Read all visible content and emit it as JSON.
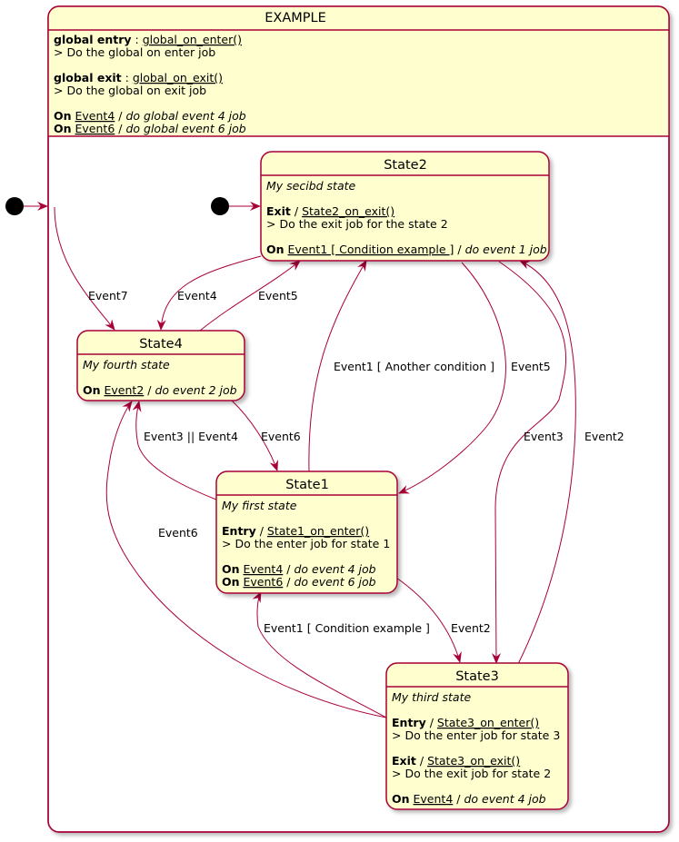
{
  "colors": {
    "box_fill": "#FEFECE",
    "border": "#A80036",
    "arrow": "#A80036",
    "initial": "#000000"
  },
  "composite": {
    "title": "EXAMPLE",
    "entry_keyword": "global entry",
    "entry_sep": ":",
    "entry_action": "global_on_enter()",
    "entry_desc": "> Do the global on enter job",
    "exit_keyword": "global exit",
    "exit_sep": ":",
    "exit_action": "global_on_exit()",
    "exit_desc": "> Do the global on exit job",
    "on4_keyword": "On",
    "on4_event": "Event4",
    "on4_sep": "/",
    "on4_job": "do global event 4 job",
    "on6_keyword": "On",
    "on6_event": "Event6",
    "on6_sep": "/",
    "on6_job": "do global event 6 job"
  },
  "states": {
    "state2": {
      "title": "State2",
      "desc": "My secibd state",
      "exit_keyword": "Exit",
      "exit_sep": "/",
      "exit_action": "State2_on_exit()",
      "exit_desc": "> Do the exit job for the state 2",
      "on_keyword": "On",
      "on_event": "Event1 [ Condition example ]",
      "on_sep": "/",
      "on_job": "do event 1 job"
    },
    "state4": {
      "title": "State4",
      "desc": "My fourth state",
      "on_keyword": "On",
      "on_event": "Event2",
      "on_sep": "/",
      "on_job": "do event 2 job"
    },
    "state1": {
      "title": "State1",
      "desc": "My first state",
      "entry_keyword": "Entry",
      "entry_sep": "/",
      "entry_action": "State1_on_enter()",
      "entry_desc": "> Do the enter job for state 1",
      "on4_keyword": "On",
      "on4_event": "Event4",
      "on4_sep": "/",
      "on4_job": "do event 4 job",
      "on6_keyword": "On",
      "on6_event": "Event6",
      "on6_sep": "/",
      "on6_job": "do event 6 job"
    },
    "state3": {
      "title": "State3",
      "desc": "My third state",
      "entry_keyword": "Entry",
      "entry_sep": "/",
      "entry_action": "State3_on_enter()",
      "entry_desc": "> Do the enter job for state 3",
      "exit_keyword": "Exit",
      "exit_sep": "/",
      "exit_action": "State3_on_exit()",
      "exit_desc": "> Do the exit job for state 2",
      "on_keyword": "On",
      "on_event": "Event4",
      "on_sep": "/",
      "on_job": "do event 4 job"
    }
  },
  "transitions": {
    "init_to_state4": "Event7",
    "state2_to_state4": "Event4",
    "state4_to_state2": "Event5",
    "state1_to_state2": "Event1 [ Another condition ]",
    "state2_to_state1": "Event5",
    "state2_to_state3": "Event3",
    "state3_to_state2": "Event2",
    "state1_to_state4": "Event3 || Event4",
    "state4_to_state1": "Event6",
    "state3_to_state4": "Event6",
    "state3_to_state1": "Event1 [ Condition example ]",
    "state1_to_state3": "Event2"
  }
}
